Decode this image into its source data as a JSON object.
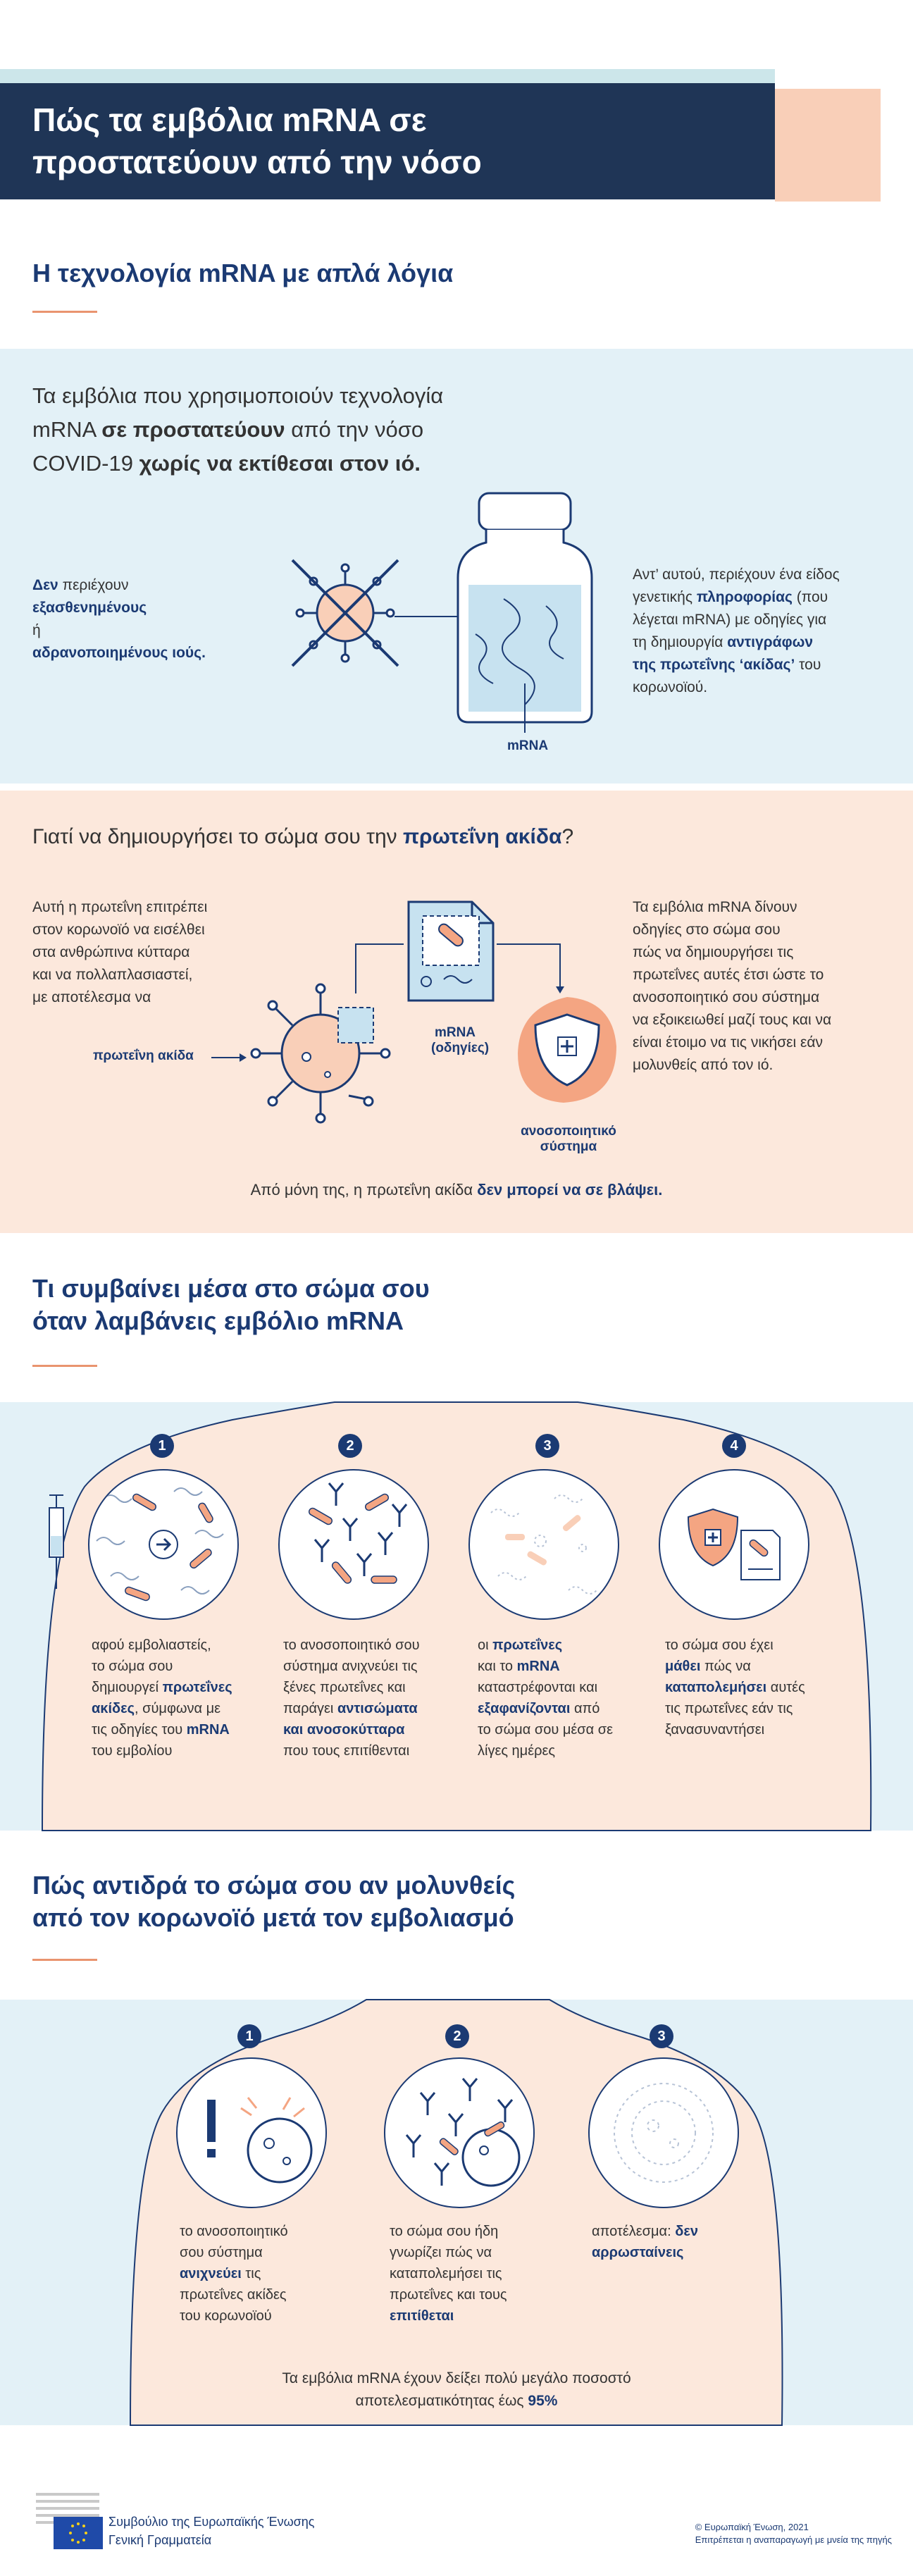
{
  "header": {
    "title_line1": "Πώς τα εμβόλια mRNA σε",
    "title_line2": "προστατεύουν από την νόσο"
  },
  "section1": {
    "heading": "Η τεχνολογία mRNA με απλά λόγια",
    "intro": {
      "l1": "Τα εμβόλια που χρησιμοποιούν τεχνολογία",
      "l2_a": "mRNA ",
      "l2_b": "σε προστατεύουν",
      "l2_c": " από την νόσο",
      "l3_a": "COVID-19 ",
      "l3_b": "χωρίς να εκτίθεσαι στον ιό."
    },
    "left": {
      "l1_a": "Δεν",
      "l1_b": " περιέχουν",
      "l2": "εξασθενημένους",
      "l3_a": " ή",
      "l4": "αδρανοποιημένους ιούς."
    },
    "right": {
      "l1": "Αντ’ αυτού, περιέχουν ένα είδος",
      "l2_a": "γενετικής ",
      "l2_b": "πληροφορίας",
      "l2_c": " (που",
      "l3": "λέγεται mRNA) με οδηγίες για",
      "l4_a": "τη δημιουργία ",
      "l4_b": "αντιγράφων",
      "l5_a": "της πρωτεΐνης ‘ακίδας’",
      "l5_b": " του",
      "l6": "κορωνοϊού."
    },
    "vial_label": "mRNA"
  },
  "section2": {
    "question_a": "Γιατί να δημιουργήσει το σώμα σου την ",
    "question_b": "πρωτεΐνη ακίδα",
    "question_c": "?",
    "left": {
      "l1": "Αυτή η πρωτεΐνη επιτρέπει",
      "l2": "στον κορωνοϊό να εισέλθει",
      "l3": "στα ανθρώπινα κύτταρα",
      "l4": "και να πολλαπλασιαστεί,",
      "l5": "με αποτέλεσμα να"
    },
    "spike_label": "πρωτεΐνη ακίδα",
    "doc_label_1": "mRNA",
    "doc_label_2": "(οδηγίες)",
    "immune_label_1": "ανοσοποιητικό",
    "immune_label_2": "σύστημα",
    "right": {
      "l1": "Τα εμβόλια mRNA δίνουν",
      "l2": "οδηγίες στο σώμα σου",
      "l3": "πώς να δημιουργήσει τις",
      "l4": "πρωτεΐνες αυτές έτσι ώστε το",
      "l5": "ανοσοποιητικό σου σύστημα",
      "l6": "να εξοικειωθεί μαζί τους και να",
      "l7": "είναι έτοιμο να τις νικήσει εάν",
      "l8": "μολυνθείς από τον ιό."
    },
    "footer_a": "Από μόνη της, η πρωτεΐνη ακίδα ",
    "footer_b": "δεν μπορεί να σε βλάψει."
  },
  "section3": {
    "heading_l1": "Τι συμβαίνει μέσα στο σώμα σου",
    "heading_l2": "όταν λαμβάνεις εμβόλιο mRNA",
    "steps": [
      {
        "n": "1",
        "l1": "αφού εμβολιαστείς,",
        "l2": "το σώμα σου",
        "l3_a": "δημιουργεί ",
        "l3_b": "πρωτεΐνες",
        "l4_a": "ακίδες",
        "l4_b": ", σύμφωνα με",
        "l5_a": "τις οδηγίες του ",
        "l5_b": "mRNA",
        "l6": "του εμβολίου"
      },
      {
        "n": "2",
        "l1": "το ανοσοποιητικό σου",
        "l2": "σύστημα ανιχνεύει τις",
        "l3": "ξένες πρωτεΐνες και",
        "l4_a": "παράγει ",
        "l4_b": "αντισώματα",
        "l5": "και ανοσοκύτταρα",
        "l6": "που τους επιτίθενται"
      },
      {
        "n": "3",
        "l1_a": "οι ",
        "l1_b": "πρωτεΐνες",
        "l2_a": "και το ",
        "l2_b": "mRNA",
        "l3": "καταστρέφονται και",
        "l4_a": "εξαφανίζονται",
        "l4_b": " από",
        "l5": "το σώμα σου μέσα σε",
        "l6": "λίγες ημέρες"
      },
      {
        "n": "4",
        "l1": "το σώμα σου έχει",
        "l2_a": "μάθει",
        "l2_b": " πώς να",
        "l3_a": "καταπολεμήσει",
        "l3_b": " αυτές",
        "l4": "τις πρωτεΐνες εάν τις",
        "l5": "ξανασυναντήσει"
      }
    ]
  },
  "section4": {
    "heading_l1": "Πώς αντιδρά το σώμα σου αν μολυνθείς",
    "heading_l2": "από τον κορωνοϊό μετά τον εμβολιασμό",
    "steps": [
      {
        "n": "1",
        "l1": "το ανοσοποιητικό",
        "l2": "σου σύστημα",
        "l3_a": "ανιχνεύει",
        "l3_b": " τις",
        "l4": "πρωτεΐνες ακίδες",
        "l5": "του κορωνοϊού"
      },
      {
        "n": "2",
        "l1": "το σώμα σου ήδη",
        "l2": "γνωρίζει πώς να",
        "l3": "καταπολεμήσει τις",
        "l4": "πρωτεΐνες και τους",
        "l5": "επιτίθεται"
      },
      {
        "n": "3",
        "l1_a": "αποτέλεσμα: ",
        "l1_b": "δεν",
        "l2": "αρρωσταίνεις"
      }
    ],
    "footer_l1": "Τα εμβόλια mRNA έχουν δείξει πολύ μεγάλο ποσοστό",
    "footer_l2_a": "αποτελεσματικότητας έως ",
    "footer_l2_b": "95%"
  },
  "footer": {
    "org": "Συμβούλιο της Ευρωπαϊκής Ένωσης",
    "dept": "Γενική Γραμματεία",
    "copyright": "© Ευρωπαϊκή Ένωση, 2021",
    "reproduction": "Επιτρέπεται η αναπαραγωγή με μνεία της πηγής"
  },
  "colors": {
    "navy": "#1b3a73",
    "light_blue": "#e3f1f7",
    "peach": "#fce8dc",
    "accent_orange": "#e9946f",
    "teal_strip": "#cce6ea"
  }
}
